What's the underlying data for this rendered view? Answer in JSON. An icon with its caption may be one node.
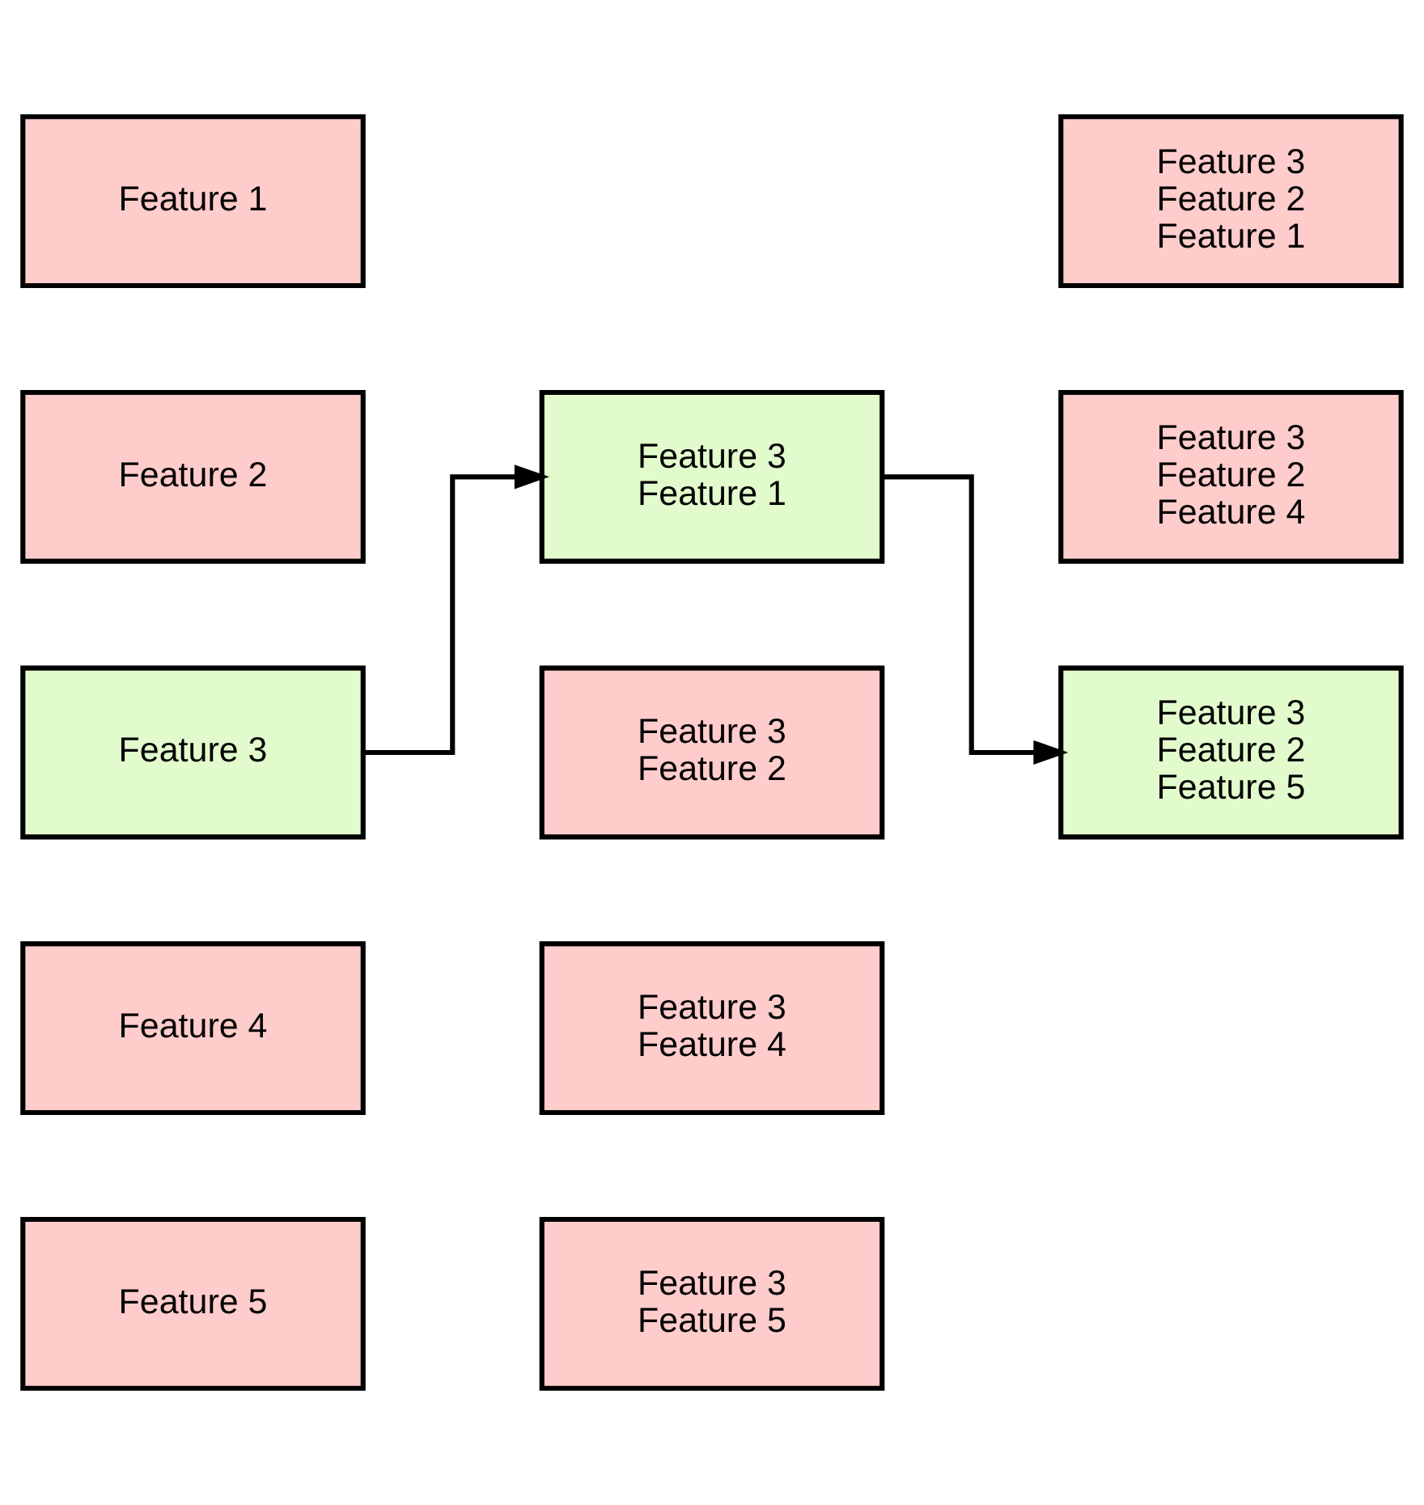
{
  "diagram": {
    "nodes": [
      {
        "text": [
          "Feature 1"
        ]
      },
      {
        "text": [
          "Feature 2"
        ]
      },
      {
        "text": [
          "Feature 3"
        ]
      },
      {
        "text": [
          "Feature 4"
        ]
      },
      {
        "text": [
          "Feature 5"
        ]
      },
      {
        "text": [
          "Feature 3",
          "Feature 1"
        ]
      },
      {
        "text": [
          "Feature 3",
          "Feature 2"
        ]
      },
      {
        "text": [
          "Feature 3",
          "Feature 4"
        ]
      },
      {
        "text": [
          "Feature 3",
          "Feature 5"
        ]
      },
      {
        "text": [
          "Feature 3",
          "Feature 2",
          "Feature 1"
        ]
      },
      {
        "text": [
          "Feature 3",
          "Feature 2",
          "Feature 4"
        ]
      },
      {
        "text": [
          "Feature 3",
          "Feature 2",
          "Feature 5"
        ]
      }
    ],
    "edges": [
      {
        "from": 2,
        "to": 5,
        "arrow": "to"
      },
      {
        "from": 5,
        "to": 11,
        "arrow": "to"
      }
    ]
  }
}
